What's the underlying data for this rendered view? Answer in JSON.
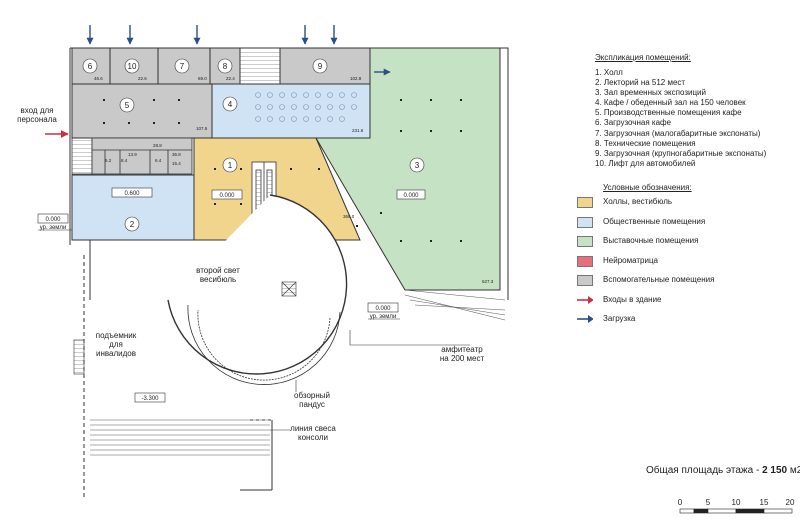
{
  "explication": {
    "title": "Экспликация помещений:",
    "items": [
      "1. Холл",
      "2. Лекторий на 512 мест",
      "3. Зал временных экспозиций",
      "4. Кафе / обеденный зал на 150 человек",
      "5. Производственные помещения кафе",
      "6. Загрузочная кафе",
      "7. Загрузочная (малогабаритные экспонаты)",
      "8. Технические помещения",
      "9. Загрузочная (крупногабаритные экспонаты)",
      "10. Лифт для автомобилей"
    ]
  },
  "legend": {
    "title": "Условные обозначения:",
    "items": [
      {
        "label": "Холлы, вестибюль",
        "color": "#f2d58c",
        "kind": "swatch"
      },
      {
        "label": "Общественные помещения",
        "color": "#cfe3f5",
        "kind": "swatch"
      },
      {
        "label": "Выставочные помещения",
        "color": "#c5e3c4",
        "kind": "swatch"
      },
      {
        "label": "Нейроматрица",
        "color": "#e8707a",
        "kind": "swatch"
      },
      {
        "label": "Вспомогательные помещения",
        "color": "#c9c9c9",
        "kind": "swatch"
      },
      {
        "label": "Входы в здание",
        "color": "#c8323c",
        "kind": "arrow"
      },
      {
        "label": "Загрузка",
        "color": "#2b4f8c",
        "kind": "arrow"
      }
    ]
  },
  "total": {
    "label": "Общая площадь этажа - ",
    "value": "2 150",
    "unit": " м2"
  },
  "scale": {
    "ticks": [
      "0",
      "5",
      "10",
      "15",
      "20"
    ]
  },
  "plan": {
    "room_numbers": [
      "6",
      "10",
      "7",
      "8",
      "9",
      "5",
      "4",
      "1",
      "2",
      "3"
    ],
    "levels": {
      "hall": "0.000",
      "lecture": "0.600",
      "expo": "0.000",
      "pit": "-3.300"
    },
    "ground_labels": {
      "left_value": "0.000",
      "left_text": "ур. земли",
      "right_value": "0.000",
      "right_text": "ур. земли"
    },
    "areas": {
      "r6": "46.6",
      "r10": "22.6",
      "r7": "69.0",
      "r8": "22.4",
      "r9": "102.8",
      "r5": "107.6",
      "r4": "231.6",
      "r1": "369.0",
      "r3": "627.3",
      "s1": "28.8",
      "s2": "6.2",
      "s3": "8.4",
      "s4": "13.9",
      "s5": "6.4",
      "s6": "36.8",
      "s7": "15.4"
    },
    "annotations": {
      "staff_entry": "вход для\nперсонала",
      "second_light": "второй свет\nвесибюль",
      "lift": "подъемник\nдля\nинвалидов",
      "ramp": "обзорный\nпандус",
      "console": "линия свеса\nконсоли",
      "amphitheatre": "амфитеатр\nна 200 мест"
    }
  }
}
